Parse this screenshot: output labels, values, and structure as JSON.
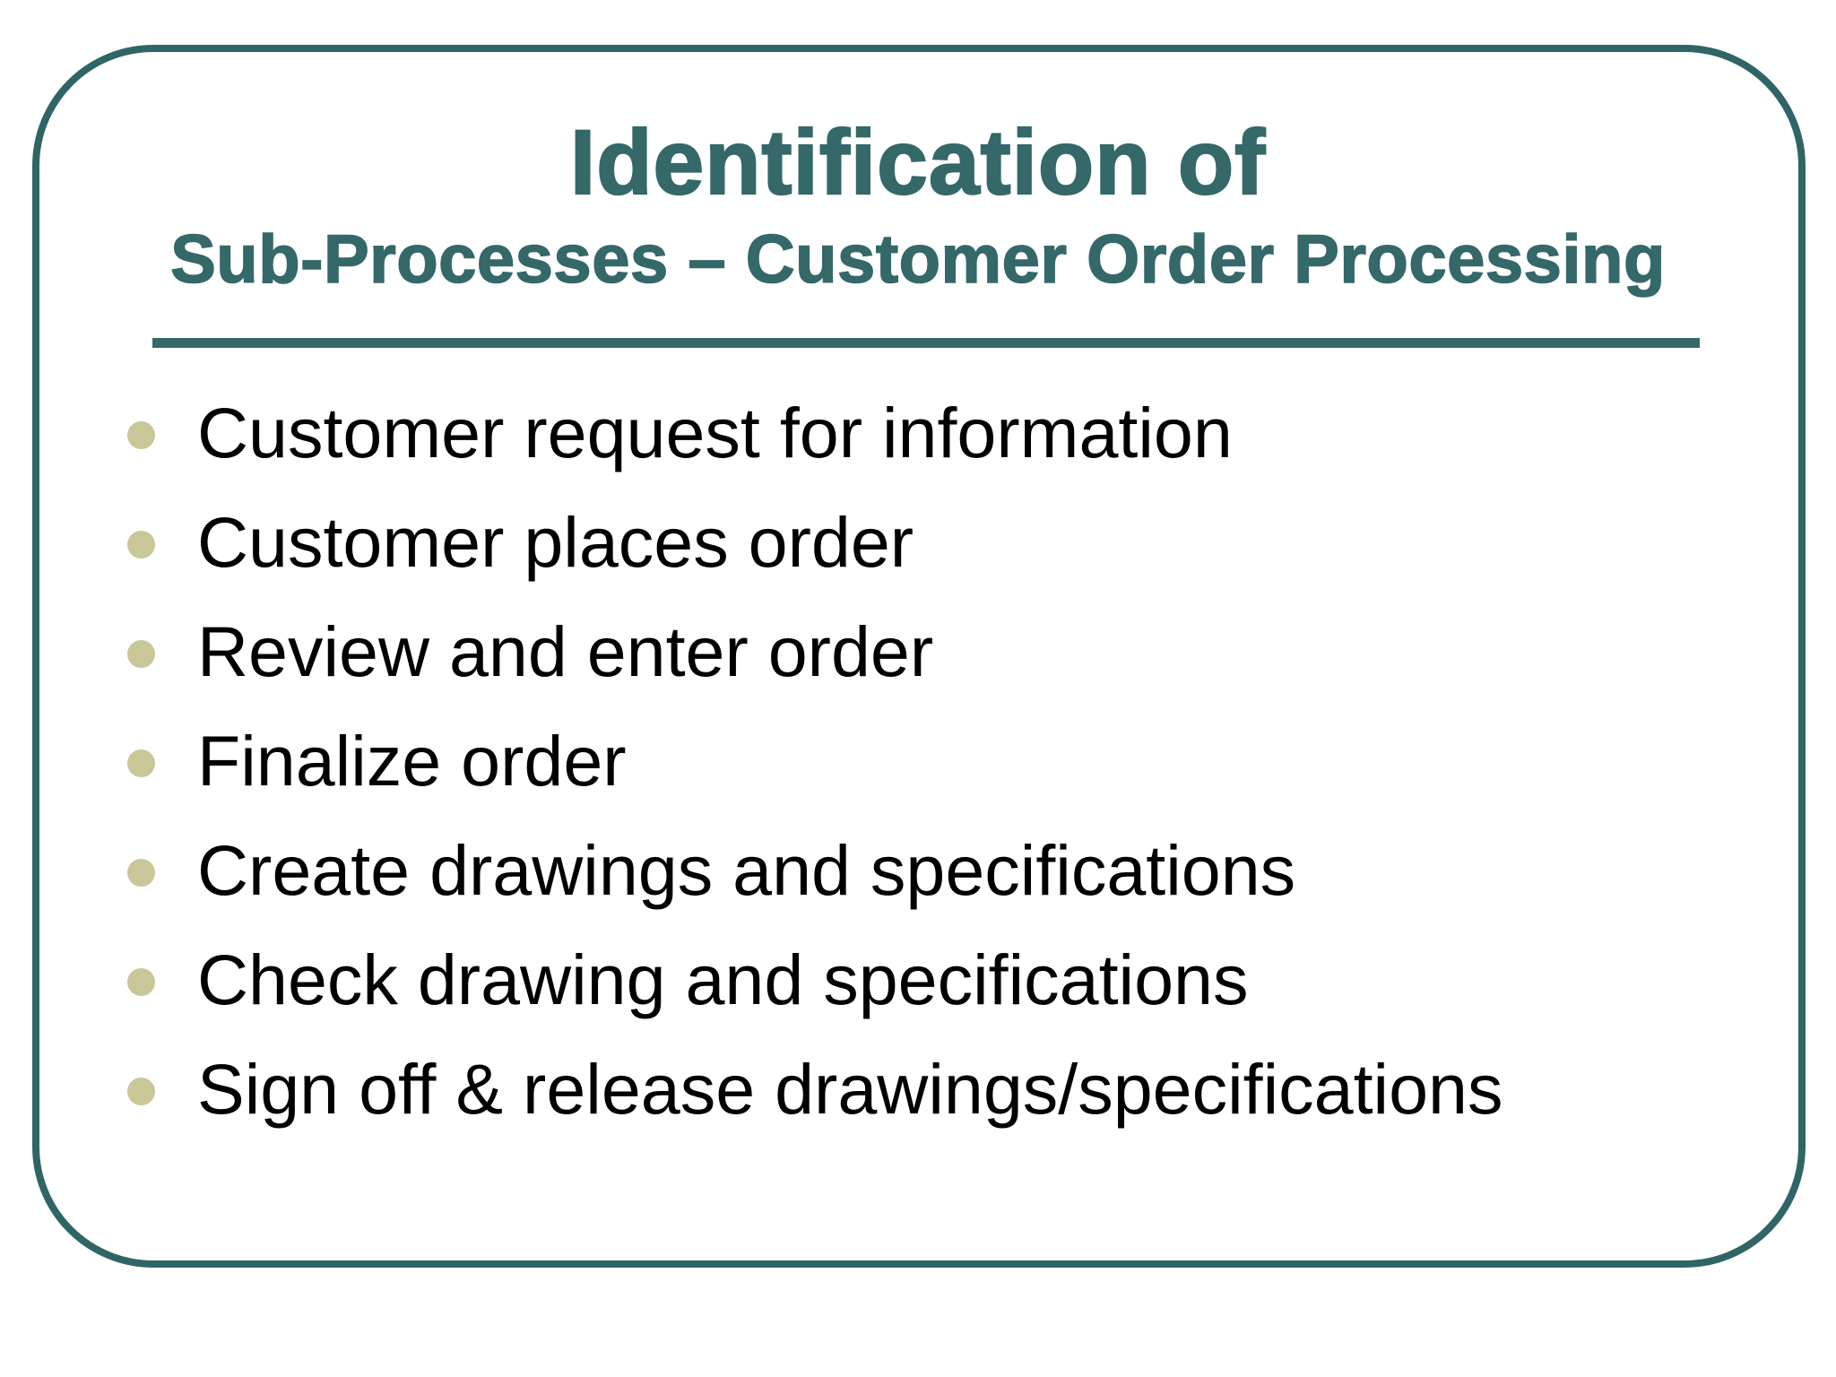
{
  "slide": {
    "title_line1": "Identification of",
    "title_line2": "Sub-Processes – Customer Order Processing",
    "bullets": [
      "Customer request for information",
      "Customer places order",
      "Review and enter order",
      "Finalize order",
      "Create drawings and specifications",
      "Check drawing and specifications",
      "Sign off & release drawings/specifications"
    ]
  },
  "colors": {
    "accent_teal": "#346869",
    "border_teal": "#306566",
    "bullet_olive": "#c9c797",
    "text": "#000000",
    "background": "#ffffff"
  }
}
